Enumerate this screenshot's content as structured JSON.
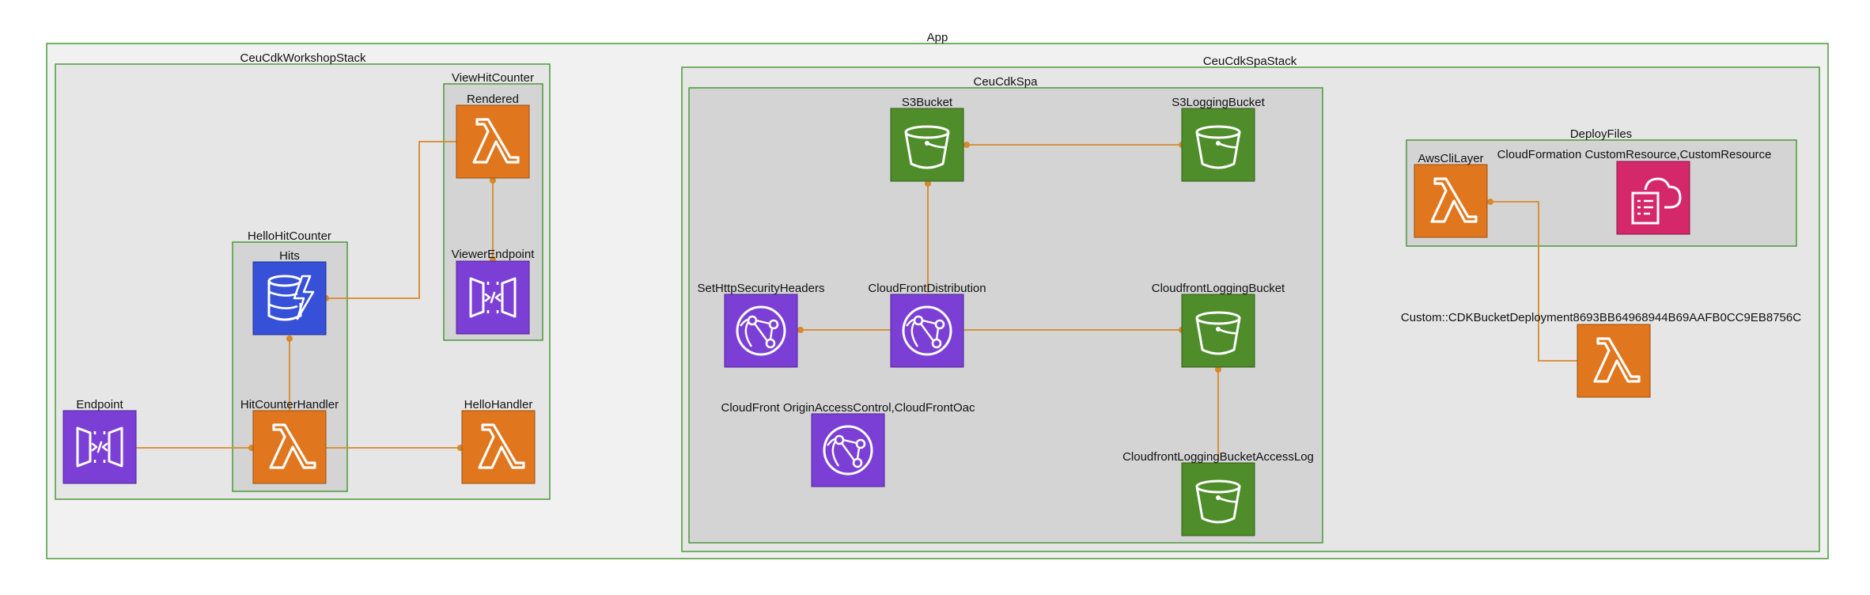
{
  "colors": {
    "app_fill": "#f1f1f1",
    "stack_fill": "#e6e6e6",
    "construct_fill": "#d4d4d4",
    "border_green": "#4a9a3a",
    "edge": "#d7892b",
    "lambda": "#e0761d",
    "storage": "#4e8d2a",
    "network": "#7c3fd6",
    "database": "#3650d8",
    "custom_resource": "#d4286a"
  },
  "groups": {
    "app": "App",
    "workshop_stack": "CeuCdkWorkshopStack",
    "view_hit_counter": "ViewHitCounter",
    "hello_hit_counter": "HelloHitCounter",
    "spa_stack": "CeuCdkSpaStack",
    "cdk_spa": "CeuCdkSpa",
    "deploy_files": "DeployFiles"
  },
  "nodes": {
    "rendered": {
      "label": "Rendered",
      "icon": "lambda-icon"
    },
    "viewer_endpoint": {
      "label": "ViewerEndpoint",
      "icon": "api-gateway-icon"
    },
    "hits": {
      "label": "Hits",
      "icon": "dynamodb-icon"
    },
    "endpoint": {
      "label": "Endpoint",
      "icon": "api-gateway-icon"
    },
    "hit_counter_handler": {
      "label": "HitCounterHandler",
      "icon": "lambda-icon"
    },
    "hello_handler": {
      "label": "HelloHandler",
      "icon": "lambda-icon"
    },
    "s3_bucket": {
      "label": "S3Bucket",
      "icon": "s3-bucket-icon"
    },
    "s3_logging_bucket": {
      "label": "S3LoggingBucket",
      "icon": "s3-bucket-icon"
    },
    "set_http_security_headers": {
      "label": "SetHttpSecurityHeaders",
      "icon": "cloudfront-icon"
    },
    "cloudfront_distribution": {
      "label": "CloudFrontDistribution",
      "icon": "cloudfront-icon"
    },
    "cloudfront_logging_bucket": {
      "label": "CloudfrontLoggingBucket",
      "icon": "s3-bucket-icon"
    },
    "cloudfront_oac": {
      "label": "CloudFront OriginAccessControl,CloudFrontOac",
      "icon": "cloudfront-icon"
    },
    "cloudfront_logging_bucket_access_log": {
      "label": "CloudfrontLoggingBucketAccessLog",
      "icon": "s3-bucket-icon"
    },
    "aws_cli_layer": {
      "label": "AwsCliLayer",
      "icon": "lambda-icon"
    },
    "custom_resource": {
      "label": "CloudFormation CustomResource,CustomResource",
      "icon": "cloudformation-custom-resource-icon"
    },
    "bucket_deployment": {
      "label": "Custom::CDKBucketDeployment8693BB64968944B69AAFB0CC9EB8756C",
      "icon": "lambda-icon"
    }
  }
}
